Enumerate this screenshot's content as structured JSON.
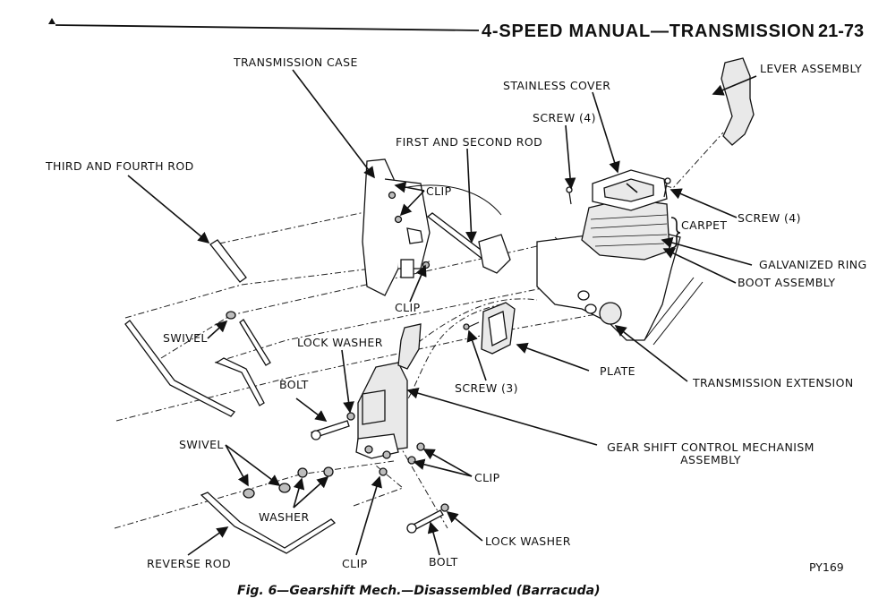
{
  "header": {
    "marker_icon": "triangle-marker-icon",
    "title": "4-SPEED MANUAL—TRANSMISSION",
    "page_number": "21-73"
  },
  "labels": {
    "transmission_case": "TRANSMISSION CASE",
    "third_and_fourth_rod": "THIRD AND FOURTH ROD",
    "first_and_second_rod": "FIRST AND SECOND ROD",
    "clip_upper": "CLIP",
    "clip_middle": "CLIP",
    "stainless_cover": "STAINLESS COVER",
    "screw_4_left": "SCREW (4)",
    "lever_assembly": "LEVER ASSEMBLY",
    "carpet": "CARPET",
    "screw_4_right": "SCREW (4)",
    "galvanized_ring": "GALVANIZED RING",
    "boot_assembly": "BOOT ASSEMBLY",
    "swivel_upper": "SWIVEL",
    "lock_washer_upper": "LOCK WASHER",
    "plate": "PLATE",
    "screw_3": "SCREW (3)",
    "transmission_extension": "TRANSMISSION EXTENSION",
    "bolt_upper": "BOLT",
    "gear_shift_line1": "GEAR SHIFT CONTROL MECHANISM",
    "gear_shift_line2": "ASSEMBLY",
    "swivel_lower": "SWIVEL",
    "clip_right": "CLIP",
    "washer": "WASHER",
    "lock_washer_lower": "LOCK WASHER",
    "reverse_rod": "REVERSE ROD",
    "clip_bottom": "CLIP",
    "bolt_lower": "BOLT"
  },
  "figure_code": "PY169",
  "caption": "Fig. 6—Gearshift Mech.—Disassembled (Barracuda)"
}
